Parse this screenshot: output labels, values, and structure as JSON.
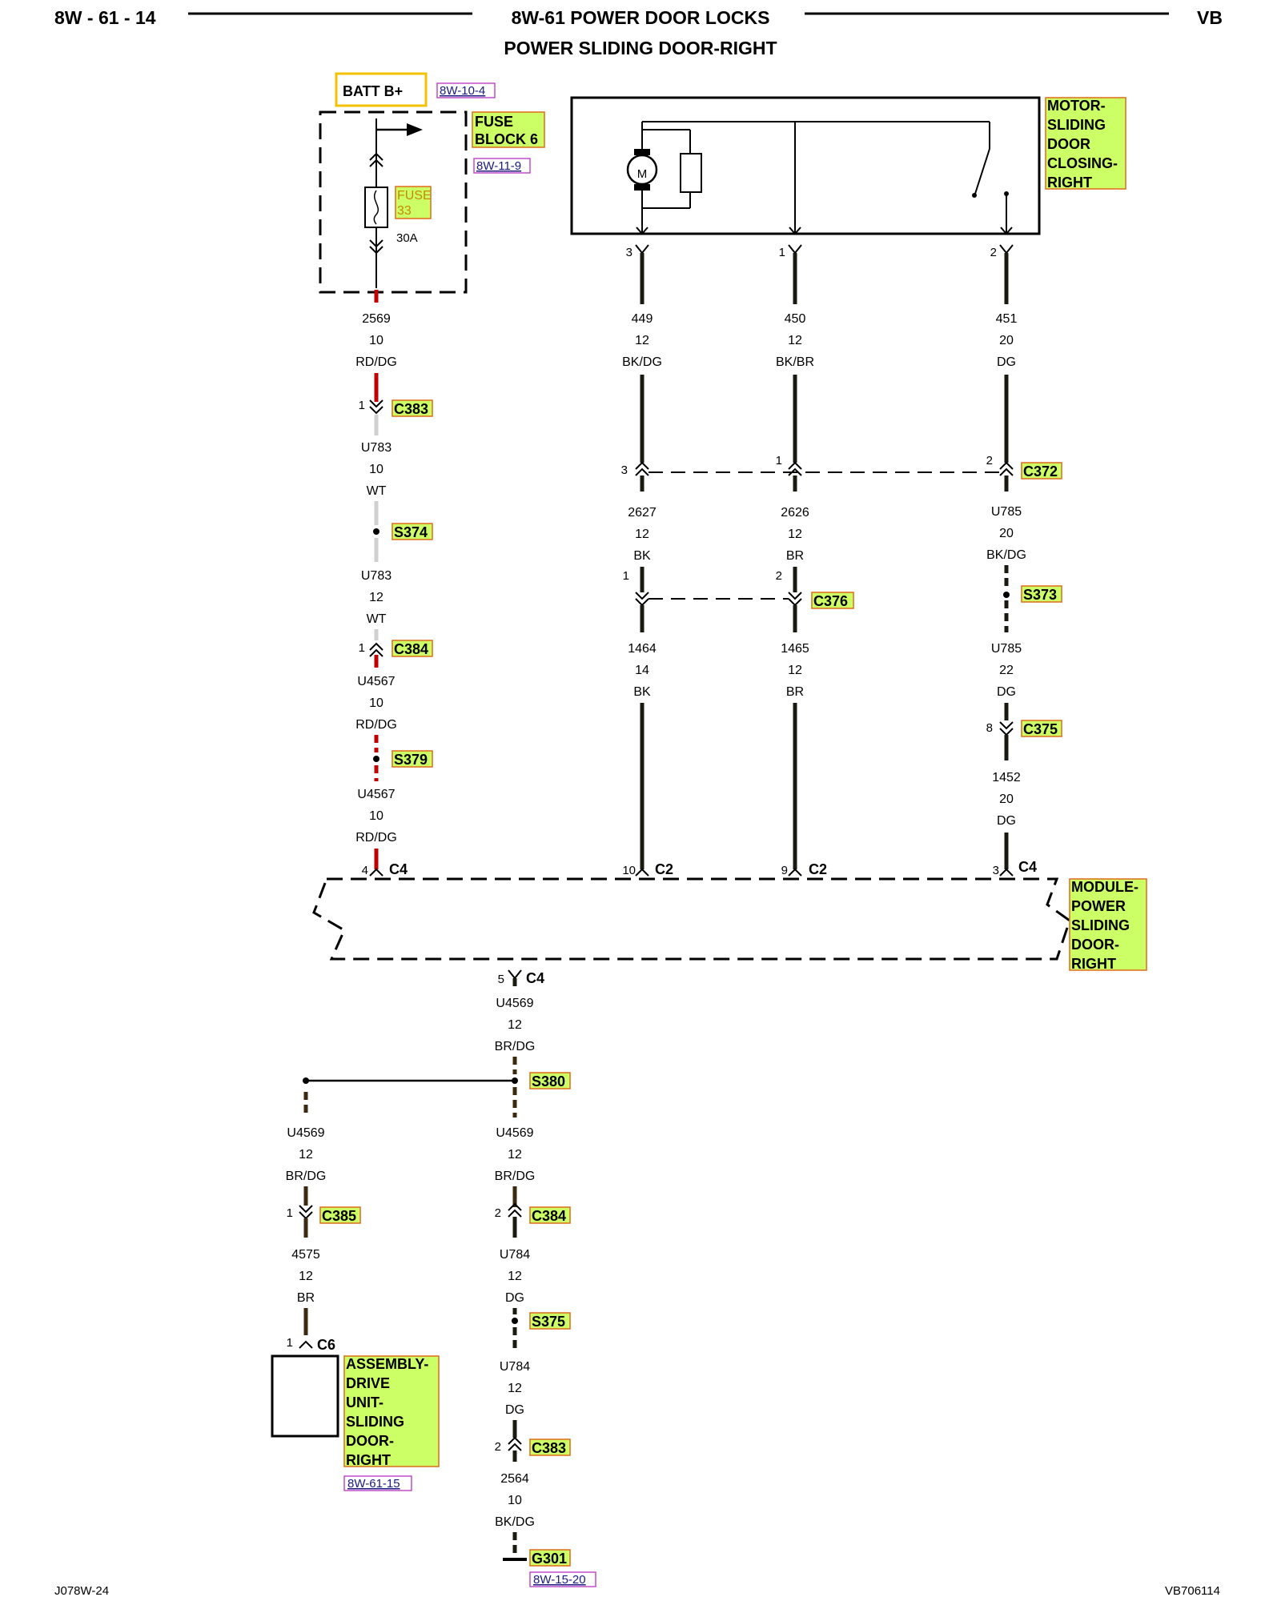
{
  "header": {
    "page_number": "8W - 61 - 14",
    "title": "8W-61 POWER DOOR LOCKS",
    "subtitle": "POWER SLIDING DOOR-RIGHT",
    "model_code": "VB"
  },
  "colors": {
    "highlight": "#ccff66",
    "highlight_border": "#e06a1a",
    "batt_border": "#f2c200",
    "ref_border": "#c44ccc",
    "red_wire": "#c00000",
    "white_wire": "#d0d0d0",
    "dark_wire": "#1a1a10"
  },
  "power": {
    "batt_label": "BATT B+",
    "batt_ref": "8W-10-4",
    "fuse_block_line1": "FUSE",
    "fuse_block_line2": "BLOCK 6",
    "fuse_block_ref": "8W-11-9",
    "fuse_line1": "FUSE",
    "fuse_line2": "33",
    "fuse_rating": "30A"
  },
  "motor": {
    "label": [
      "MOTOR-",
      "SLIDING",
      "DOOR",
      "CLOSING-",
      "RIGHT"
    ],
    "motor_symbol": "M",
    "pins": [
      "3",
      "1",
      "2"
    ]
  },
  "module": {
    "label": [
      "MODULE-",
      "POWER",
      "SLIDING",
      "DOOR-",
      "RIGHT"
    ]
  },
  "assembly": {
    "label": [
      "ASSEMBLY-",
      "DRIVE",
      "UNIT-",
      "SLIDING",
      "DOOR-",
      "RIGHT"
    ],
    "ref": "8W-61-15"
  },
  "wire_labels": {
    "w2569": [
      "2569",
      "10",
      "RD/DG"
    ],
    "wU783a": [
      "U783",
      "10",
      "WT"
    ],
    "wU783b": [
      "U783",
      "12",
      "WT"
    ],
    "wU4567a": [
      "U4567",
      "10",
      "RD/DG"
    ],
    "wU4567b": [
      "U4567",
      "10",
      "RD/DG"
    ],
    "w449": [
      "449",
      "12",
      "BK/DG"
    ],
    "w450": [
      "450",
      "12",
      "BK/BR"
    ],
    "w451": [
      "451",
      "20",
      "DG"
    ],
    "w2627": [
      "2627",
      "12",
      "BK"
    ],
    "w2626": [
      "2626",
      "12",
      "BR"
    ],
    "wU785a": [
      "U785",
      "20",
      "BK/DG"
    ],
    "w1464": [
      "1464",
      "14",
      "BK"
    ],
    "w1465": [
      "1465",
      "12",
      "BR"
    ],
    "wU785b": [
      "U785",
      "22",
      "DG"
    ],
    "w1452": [
      "1452",
      "20",
      "DG"
    ],
    "wU4569a": [
      "U4569",
      "12",
      "BR/DG"
    ],
    "wU4569b": [
      "U4569",
      "12",
      "BR/DG"
    ],
    "wU4569c": [
      "U4569",
      "12",
      "BR/DG"
    ],
    "w4575": [
      "4575",
      "12",
      "BR"
    ],
    "wU784a": [
      "U784",
      "12",
      "DG"
    ],
    "wU784b": [
      "U784",
      "12",
      "DG"
    ],
    "w2564": [
      "2564",
      "10",
      "BK/DG"
    ]
  },
  "connectors": {
    "c383_top": {
      "pin": "1",
      "name": "C383"
    },
    "s374": {
      "name": "S374"
    },
    "c384_top": {
      "pin": "1",
      "name": "C384"
    },
    "s379": {
      "name": "S379"
    },
    "c372": {
      "pins": [
        "3",
        "1",
        "2"
      ],
      "name": "C372"
    },
    "c376": {
      "pins": [
        "1",
        "2"
      ],
      "name": "C376"
    },
    "s373": {
      "name": "S373"
    },
    "c375": {
      "pin": "8",
      "name": "C375"
    },
    "mod_c4_left": {
      "pin": "4",
      "name": "C4"
    },
    "mod_c2_a": {
      "pin": "10",
      "name": "C2"
    },
    "mod_c2_b": {
      "pin": "9",
      "name": "C2"
    },
    "mod_c4_right": {
      "pin": "3",
      "name": "C4"
    },
    "mod_c4_out": {
      "pin": "5",
      "name": "C4"
    },
    "s380": {
      "name": "S380"
    },
    "c385": {
      "pin": "1",
      "name": "C385"
    },
    "c384_bot": {
      "pin": "2",
      "name": "C384"
    },
    "c6": {
      "pin": "1",
      "name": "C6"
    },
    "s375": {
      "name": "S375"
    },
    "c383_bot": {
      "pin": "2",
      "name": "C383"
    },
    "g301": {
      "name": "G301"
    },
    "g301_ref": "8W-15-20"
  },
  "footer": {
    "left_code": "J078W-24",
    "right_code": "VB706114"
  }
}
